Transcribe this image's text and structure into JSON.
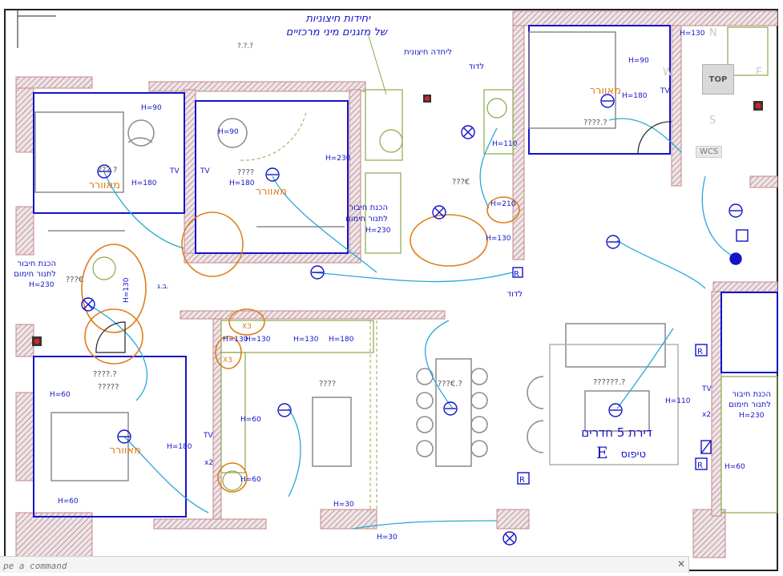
{
  "labels": {
    "title_units_1": "יחידות חיצוניות",
    "title_units_2": "של מזגנים מיני מרכזיים",
    "outdoor_unit": "ליחדה חיצונית",
    "closet_top": "לדוד",
    "closet_bottom": "לדוד",
    "ac_small": "ב.ג.",
    "apt_name": "דירת 5 חדרים",
    "apt_type": "טיפוס",
    "apt_letter": "E",
    "room_tag": "מאוורר",
    "fan_prep_1": "הכנת חיבור",
    "fan_prep_2": "לתנור חימום",
    "q_small": "????",
    "q_long": "??????.?",
    "q_mid": "????.?",
    "q_dinner": "???€.?",
    "q_tv": "????.?",
    "q_qq": "???.?",
    "q_ee": "???€",
    "q_small5": "?????",
    "h90": "H=90",
    "h180": "H=180",
    "h230": "H=230",
    "h130": "H=130",
    "h110": "H=110",
    "h210": "H=210",
    "h60": "H=60",
    "h30": "H=30",
    "x2": "x2",
    "x3": "X3",
    "tv": "TV",
    "r": "R",
    "top_note": "?.?.?"
  },
  "viewcube": {
    "face": "TOP",
    "n": "N",
    "w": "W",
    "e": "E",
    "s": "S"
  },
  "wcs": "WCS",
  "command": {
    "placeholder": "pe a command"
  },
  "colors": {
    "wall": "#c7878b",
    "hatch": "#9a6a75",
    "blue": "#1414c8",
    "orange": "#e07d17",
    "cyan": "#29a8d6",
    "green": "#8aa84a",
    "red": "#d22",
    "grey": "#8a8a8a"
  }
}
